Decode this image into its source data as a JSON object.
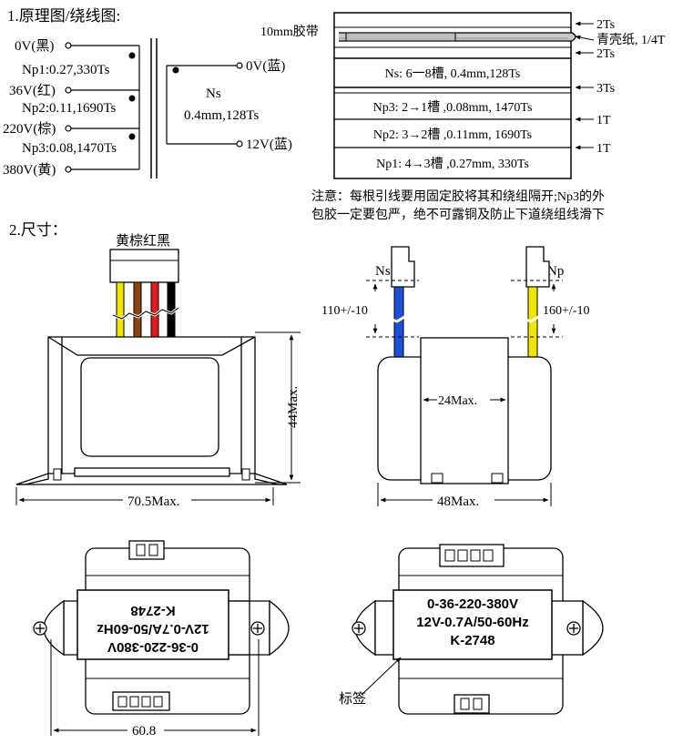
{
  "section1": {
    "title": "1.原理图/绕线图:",
    "primary_taps": [
      "0V(黑)",
      "36V(红)",
      "220V(棕)",
      "380V(黄)"
    ],
    "primary_windings": [
      "Np1:0.27,330Ts",
      "Np2:0.11,1690Ts",
      "Np3:0.08,1470Ts"
    ],
    "secondary": {
      "top": "0V(蓝)",
      "bottom": "12V(蓝)",
      "name": "Ns",
      "spec": "4mm,128Ts",
      "spec_prefix": "0."
    }
  },
  "winding": {
    "tape": "10mm胶带",
    "right_top": [
      "2Ts",
      "青壳纸, 1/4T",
      "2Ts",
      "3Ts",
      "1T",
      "1T"
    ],
    "layers": [
      "Ns: 6一8槽, 0.4mm,128Ts",
      "Np3: 2→1槽 ,0.08mm, 1470Ts",
      "Np2: 3→2槽 ,0.11mm, 1690Ts",
      "Np1: 4→3槽 ,0.27mm, 330Ts"
    ],
    "note_line1": "注意：每根引线要用固定胶将其和绕组隔开;Np3的外",
    "note_line2": "包胶一定要包严，绝不可露铜及防止下道绕组线滑下"
  },
  "section2": {
    "title": "2.尺寸：",
    "wire_label": "黄棕红黑",
    "height": "44Max.",
    "width_front": "70.5Max.",
    "ns_label": "Ns",
    "np_label": "Np",
    "ns_len": "110+/-10",
    "np_len": "160+/-10",
    "core_width": "24Max.",
    "depth": "48Max.",
    "mount_pitch": "60.8",
    "label_caption": "标签"
  },
  "nameplate": {
    "line1": "0-36-220-380V",
    "line2": "12V-0.7A/50-60Hz",
    "line3": "K-2748"
  },
  "colors": {
    "yellow": "#f2e600",
    "brown": "#8b4513",
    "red": "#e31b1b",
    "black": "#000000",
    "blue": "#1e4fd6",
    "plate": "#ececec",
    "body": "#d9d9d9"
  }
}
